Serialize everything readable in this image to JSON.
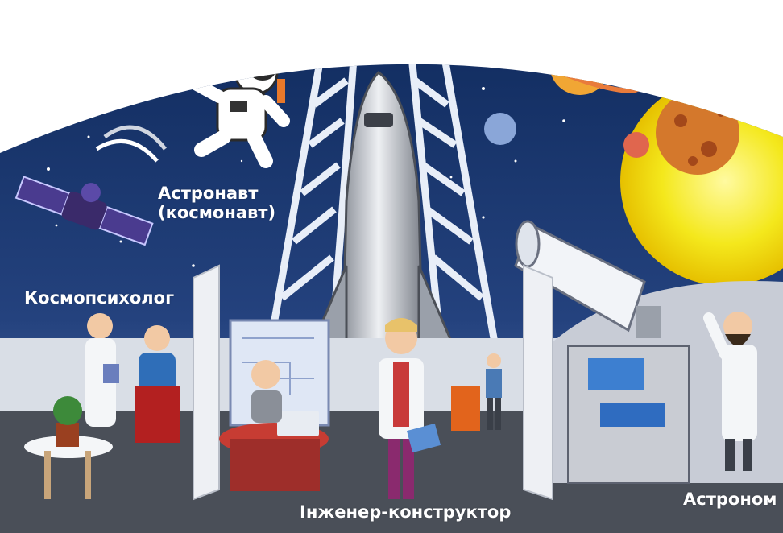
{
  "labels": {
    "astronaut_line1": "Астронавт",
    "astronaut_line2": "(космонавт)",
    "psychologist": "Космопсихолог",
    "engineer": "Інженер-конструктор",
    "astronomer": "Астроном"
  },
  "colors": {
    "sky_top": "#0f2a5c",
    "sky_bottom": "#4f6fa8",
    "floor": "#4a4f58",
    "sun": "#f3e61c",
    "label_text": "#ffffff"
  }
}
